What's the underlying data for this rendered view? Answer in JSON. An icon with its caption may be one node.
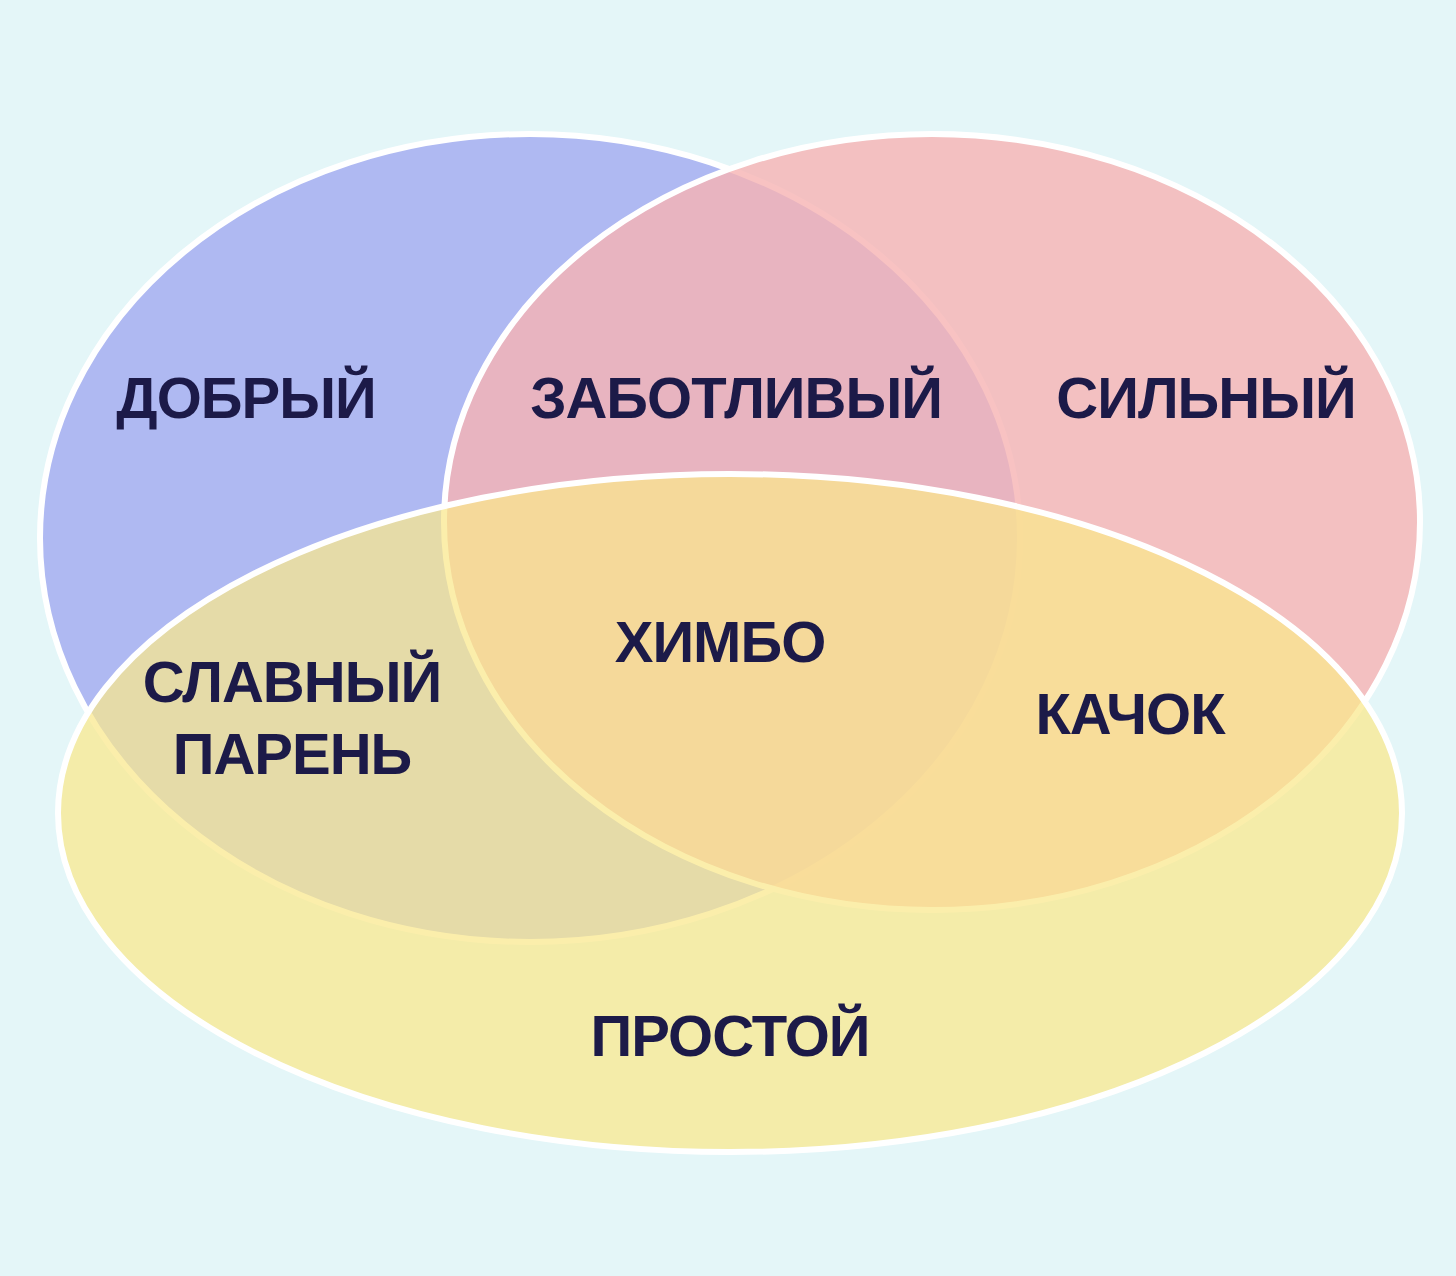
{
  "diagram": {
    "nodes": [
      {
        "text": [
          "ДОБРЫЙ"
        ]
      },
      {
        "text": [
          "СИЛЬНЫЙ"
        ]
      },
      {
        "text": [
          "ПРОСТОЙ"
        ]
      }
    ],
    "labels": [
      "ЗАБОТЛИВЫЙ",
      "ХИМБО",
      "СЛАВНЫЙ ПАРЕНЬ",
      "КАЧОК"
    ]
  }
}
